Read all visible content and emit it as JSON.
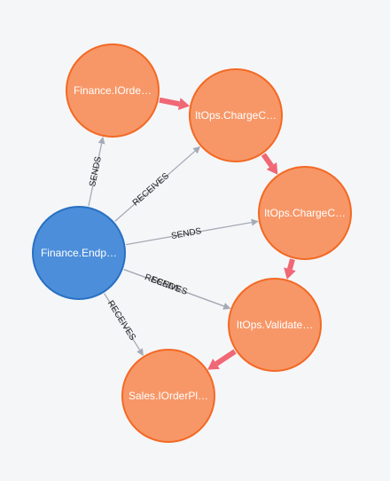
{
  "colors": {
    "background": "#f5f6f8",
    "message_node_fill": "#f79767",
    "message_node_stroke": "#f36924",
    "endpoint_node_fill": "#4c8eda",
    "endpoint_node_stroke": "#2870c2",
    "relationship_edge": "#a5abb6",
    "flow_edge": "#f06775"
  },
  "graph": {
    "nodes": [
      {
        "id": "finance_iorder",
        "label": "Finance.IOrde…",
        "kind": "message"
      },
      {
        "id": "itops_charge_1",
        "label": "ItOps.ChargeC…",
        "kind": "message"
      },
      {
        "id": "itops_charge_2",
        "label": "ItOps.ChargeC…",
        "kind": "message"
      },
      {
        "id": "itops_validate",
        "label": "ItOps.Validate…",
        "kind": "message"
      },
      {
        "id": "sales_iorderpl",
        "label": "Sales.IOrderPl…",
        "kind": "message"
      },
      {
        "id": "finance_endpoint",
        "label": "Finance.Endp…",
        "kind": "endpoint"
      }
    ],
    "edges": [
      {
        "from": "finance_endpoint",
        "to": "finance_iorder",
        "label": "SENDS",
        "kind": "relationship"
      },
      {
        "from": "finance_endpoint",
        "to": "itops_charge_1",
        "label": "RECEIVES",
        "kind": "relationship"
      },
      {
        "from": "finance_endpoint",
        "to": "itops_charge_2",
        "label": "SENDS",
        "kind": "relationship"
      },
      {
        "from": "finance_endpoint",
        "to": "itops_validate",
        "label": "SENDS",
        "kind": "relationship"
      },
      {
        "from": "finance_endpoint",
        "to": "itops_validate",
        "label": "RECEIVES",
        "kind": "relationship"
      },
      {
        "from": "finance_endpoint",
        "to": "sales_iorderpl",
        "label": "RECEIVES",
        "kind": "relationship"
      },
      {
        "from": "finance_iorder",
        "to": "itops_charge_1",
        "label": "",
        "kind": "flow"
      },
      {
        "from": "itops_charge_1",
        "to": "itops_charge_2",
        "label": "",
        "kind": "flow"
      },
      {
        "from": "itops_charge_2",
        "to": "itops_validate",
        "label": "",
        "kind": "flow"
      },
      {
        "from": "itops_validate",
        "to": "sales_iorderpl",
        "label": "",
        "kind": "flow"
      }
    ]
  }
}
